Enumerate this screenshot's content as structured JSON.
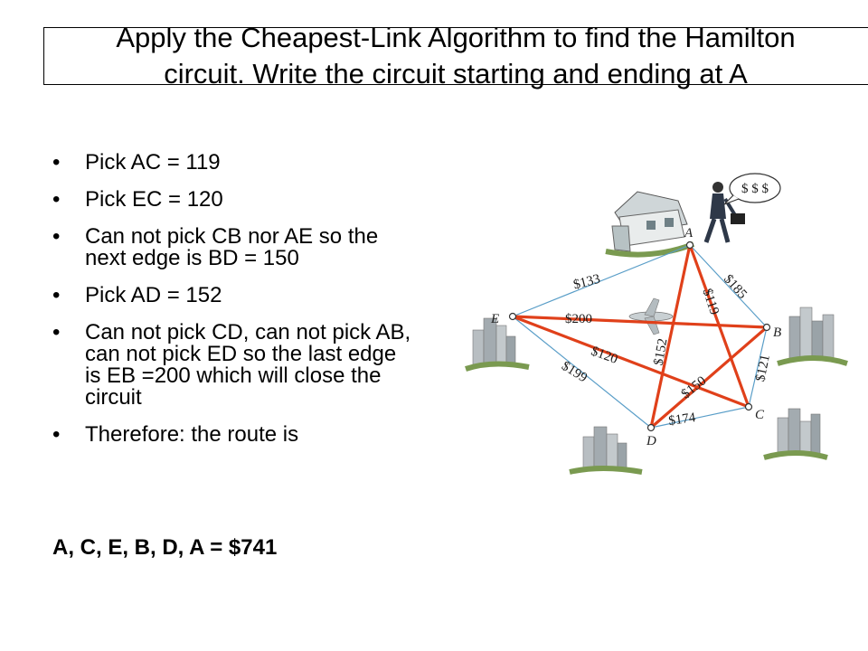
{
  "title": {
    "line1": "Apply the Cheapest-Link Algorithm to find the Hamilton",
    "line2": "circuit. Write the circuit starting and ending at A"
  },
  "bullets": [
    "Pick AC = 119",
    "Pick EC = 120",
    "Can not pick CB nor AE so the next edge is BD = 150",
    "Pick AD = 152",
    "Can not pick CD, can not pick AB, can not pick ED so the last edge is EB =200 which will close the circuit",
    "Therefore: the route is"
  ],
  "conclusion": "A, C, E, B, D, A = $741",
  "graph": {
    "speech_bubble": "$ $ $",
    "vertices": [
      "A",
      "B",
      "C",
      "D",
      "E"
    ],
    "edges": [
      {
        "from": "A",
        "to": "E",
        "weight": "$133",
        "selected": false
      },
      {
        "from": "A",
        "to": "B",
        "weight": "$185",
        "selected": false
      },
      {
        "from": "A",
        "to": "C",
        "weight": "$119",
        "selected": true
      },
      {
        "from": "A",
        "to": "D",
        "weight": "$152",
        "selected": true
      },
      {
        "from": "E",
        "to": "B",
        "weight": "$200",
        "selected": true
      },
      {
        "from": "E",
        "to": "C",
        "weight": "$120",
        "selected": true
      },
      {
        "from": "E",
        "to": "D",
        "weight": "$199",
        "selected": false
      },
      {
        "from": "B",
        "to": "D",
        "weight": "$150",
        "selected": true
      },
      {
        "from": "B",
        "to": "C",
        "weight": "$121",
        "selected": false
      },
      {
        "from": "C",
        "to": "D",
        "weight": "$174",
        "selected": false
      }
    ],
    "colors": {
      "selected": "#e0401a",
      "unselected": "#5a9ec8"
    }
  }
}
